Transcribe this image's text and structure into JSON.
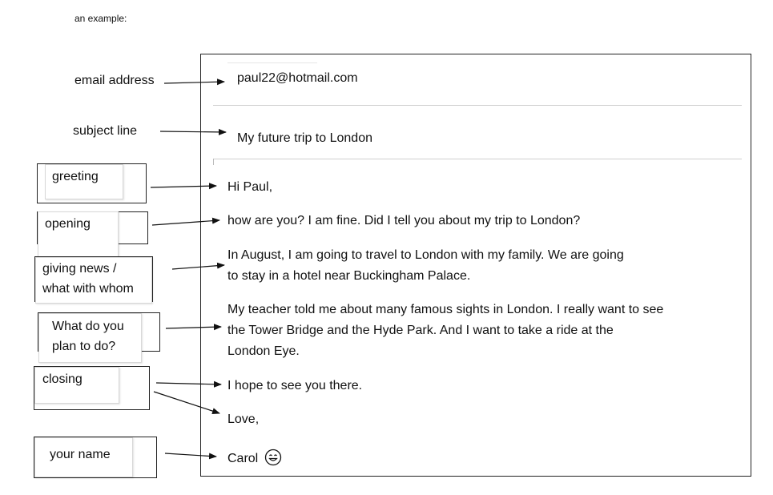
{
  "intro_text": "an example:",
  "labels": {
    "email_address": "email address",
    "subject_line": "subject line",
    "greeting": "greeting",
    "opening": "opening",
    "giving_news": [
      "giving news /",
      "what with whom"
    ],
    "what_to_do": [
      "What do you",
      "plan to do?"
    ],
    "closing": "closing",
    "your_name": "your name"
  },
  "email": {
    "address": "paul22@hotmail.com",
    "subject": "My future trip to London",
    "greeting": "Hi Paul,",
    "opening": "how are you? I am fine. Did I tell you about my trip to London?",
    "news": [
      "In August, I am going to travel to London with my family. We are going",
      "to stay in a hotel near Buckingham Palace."
    ],
    "plans": [
      "My teacher told me about many famous sights in London. I really want to see",
      "the Tower Bridge and the Hyde Park. And I want to take a ride at the",
      "London Eye."
    ],
    "closing": "I hope to see you there.",
    "signoff": "Love,",
    "name": "Carol",
    "name_emoji": "smiling-face-icon"
  }
}
